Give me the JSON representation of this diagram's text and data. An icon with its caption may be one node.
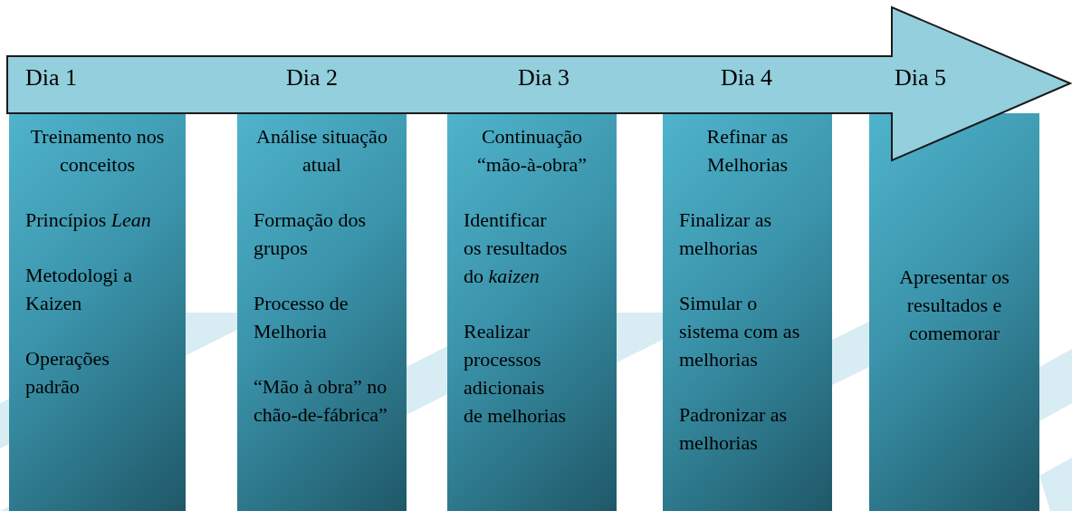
{
  "diagram": {
    "nodes": [
      {
        "text": [
          "Dia 1",
          "Dia 2",
          "Dia 3",
          "Dia 4",
          "Dia 5"
        ]
      },
      {
        "text": [
          "Treinamento nos conceitos",
          "Princípios *Lean*",
          "Metodologi a Kaizen",
          "Operações padrão"
        ]
      },
      {
        "text": [
          "Análise situação atual",
          "Formação dos grupos",
          "Processo de Melhoria",
          "“Mão à obra” no chão-de-fábrica”"
        ]
      },
      {
        "text": [
          "Continuação “mão-à-obra”",
          "Identificar os resultados do *kaizen*",
          "Realizar processos adicionais de melhorias"
        ]
      },
      {
        "text": [
          "Refinar as Melhorias",
          "Finalizar as melhorias",
          "Simular o sistema com as melhorias",
          "Padronizar as melhorias"
        ]
      },
      {
        "text": [
          "Apresentar os resultados e comemorar"
        ]
      }
    ]
  }
}
